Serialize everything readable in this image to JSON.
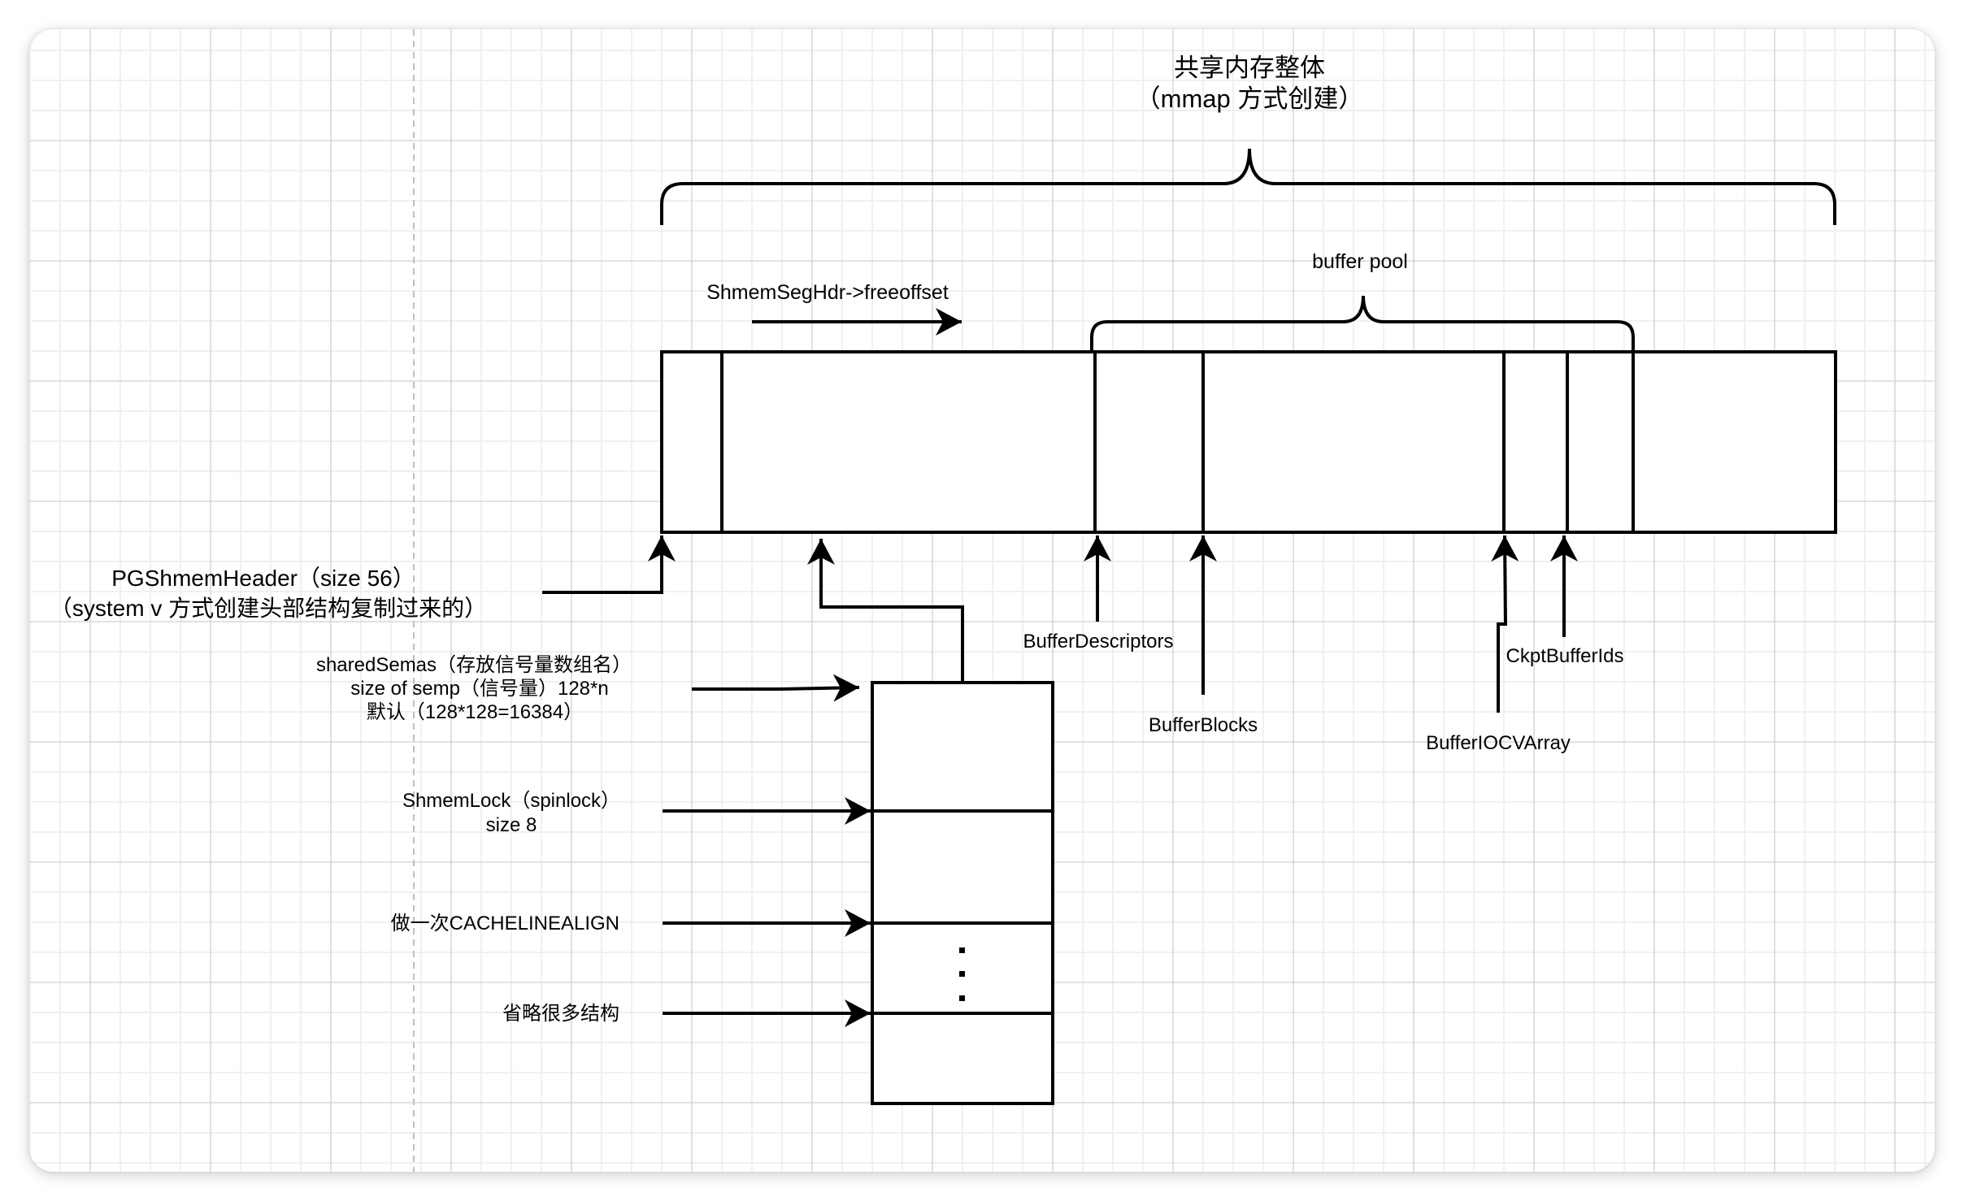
{
  "title": {
    "line1": "共享内存整体",
    "line2": "（mmap 方式创建）"
  },
  "labels": {
    "freeoffset": "ShmemSegHdr->freeoffset",
    "buffer_pool": "buffer pool",
    "pg_header_line1": "PGShmemHeader（size 56）",
    "pg_header_line2": "（system v 方式创建头部结构复制过来的）",
    "shared_semas_line1": "sharedSemas（存放信号量数组名）",
    "shared_semas_line2": "size of semp（信号量）128*n",
    "shared_semas_line3": "默认（128*128=16384）",
    "shmem_lock_line1": "ShmemLock（spinlock）",
    "shmem_lock_line2": "size 8",
    "cachelinealign": "做一次CACHELINEALIGN",
    "omitted": "省略很多结构",
    "ellipsis_dots": "⋮",
    "buffer_descriptors": "BufferDescriptors",
    "buffer_blocks": "BufferBlocks",
    "buffer_iocv_array": "BufferIOCVArray",
    "ckpt_buffer_ids": "CkptBufferIds"
  },
  "colors": {
    "stroke": "#000000",
    "grid_major": "#d0d0d0",
    "grid_minor": "#f0f0f0",
    "guide": "#c0c0c0",
    "background": "#ffffff"
  }
}
